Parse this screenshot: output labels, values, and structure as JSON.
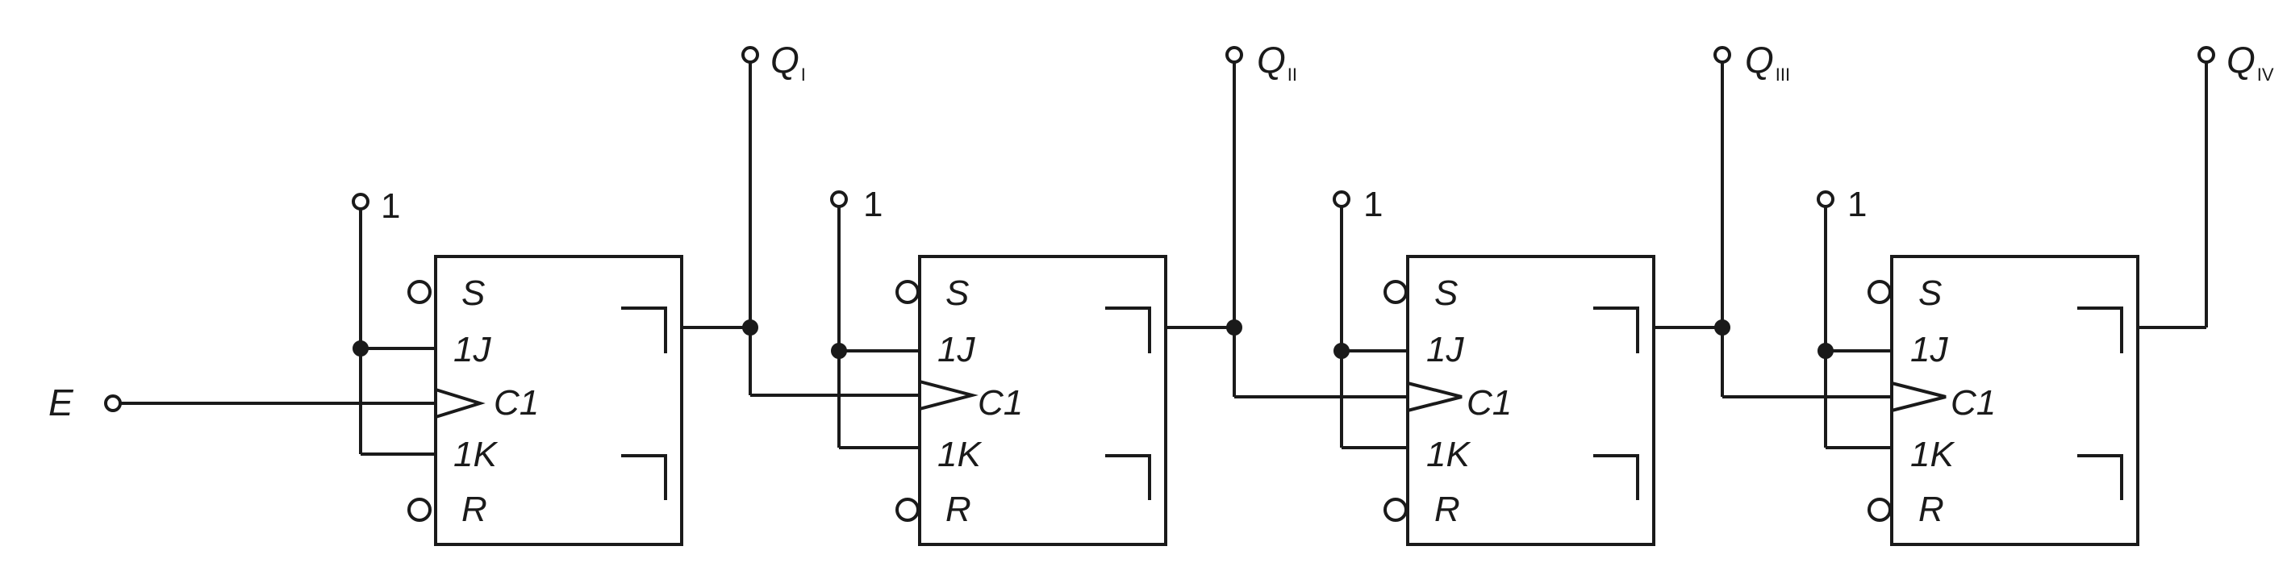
{
  "diagram": {
    "input": {
      "label": "E"
    },
    "stages": [
      {
        "output": "Q",
        "sub": "I",
        "const": "1",
        "pins": {
          "s": "S",
          "j": "1J",
          "c": "C1",
          "k": "1K",
          "r": "R"
        }
      },
      {
        "output": "Q",
        "sub": "II",
        "const": "1",
        "pins": {
          "s": "S",
          "j": "1J",
          "c": "C1",
          "k": "1K",
          "r": "R"
        }
      },
      {
        "output": "Q",
        "sub": "III",
        "const": "1",
        "pins": {
          "s": "S",
          "j": "1J",
          "c": "C1",
          "k": "1K",
          "r": "R"
        }
      },
      {
        "output": "Q",
        "sub": "IV",
        "const": "1",
        "pins": {
          "s": "S",
          "j": "1J",
          "c": "C1",
          "k": "1K",
          "r": "R"
        }
      }
    ]
  }
}
